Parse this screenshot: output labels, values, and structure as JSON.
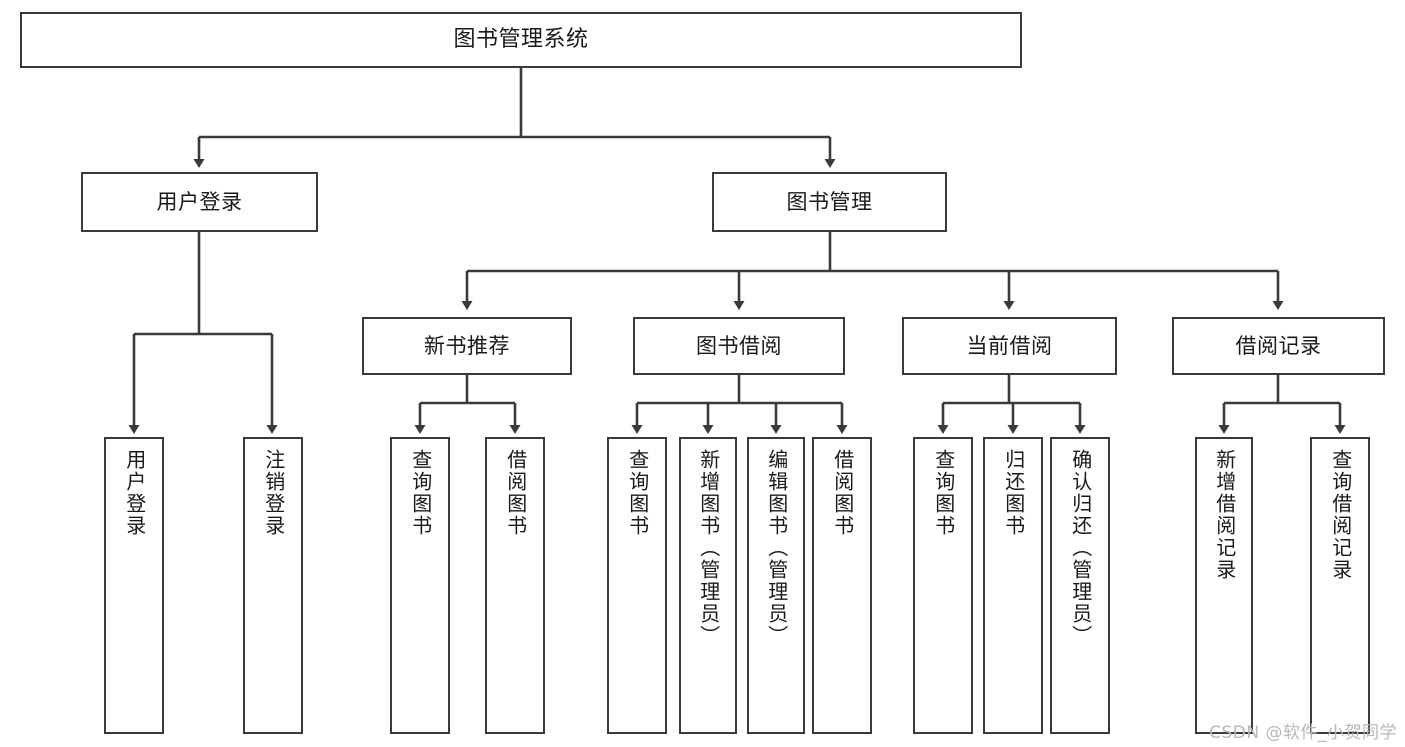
{
  "diagram": {
    "title": "图书管理系统",
    "type": "tree-hierarchy",
    "root": {
      "id": "root",
      "label": "图书管理系统"
    },
    "level1": [
      {
        "id": "user-login",
        "label": "用户登录"
      },
      {
        "id": "book-manage",
        "label": "图书管理"
      }
    ],
    "level2": [
      {
        "id": "new-book-rec",
        "label": "新书推荐",
        "parent": "book-manage"
      },
      {
        "id": "book-borrow",
        "label": "图书借阅",
        "parent": "book-manage"
      },
      {
        "id": "current-borrow",
        "label": "当前借阅",
        "parent": "book-manage"
      },
      {
        "id": "borrow-record",
        "label": "借阅记录",
        "parent": "book-manage"
      }
    ],
    "leaves": [
      {
        "id": "leaf-user-login",
        "label": "用户登录",
        "parent": "user-login"
      },
      {
        "id": "leaf-user-logout",
        "label": "注销登录",
        "parent": "user-login"
      },
      {
        "id": "leaf-query-book-1",
        "label": "查询图书",
        "parent": "new-book-rec"
      },
      {
        "id": "leaf-borrow-book-1",
        "label": "借阅图书",
        "parent": "new-book-rec"
      },
      {
        "id": "leaf-query-book-2",
        "label": "查询图书",
        "parent": "book-borrow"
      },
      {
        "id": "leaf-add-book",
        "label": "新增图书（管理员）",
        "parent": "book-borrow"
      },
      {
        "id": "leaf-edit-book",
        "label": "编辑图书（管理员）",
        "parent": "book-borrow"
      },
      {
        "id": "leaf-borrow-book-2",
        "label": "借阅图书",
        "parent": "book-borrow"
      },
      {
        "id": "leaf-query-book-3",
        "label": "查询图书",
        "parent": "current-borrow"
      },
      {
        "id": "leaf-return-book",
        "label": "归还图书",
        "parent": "current-borrow"
      },
      {
        "id": "leaf-confirm-return",
        "label": "确认归还（管理员）",
        "parent": "current-borrow"
      },
      {
        "id": "leaf-add-record",
        "label": "新增借阅记录",
        "parent": "borrow-record"
      },
      {
        "id": "leaf-query-record",
        "label": "查询借阅记录",
        "parent": "borrow-record"
      }
    ],
    "watermark": "CSDN @软件_小贺同学",
    "colors": {
      "stroke": "#3a3a3a",
      "text": "#1a1a1a",
      "background": "#ffffff",
      "watermark": "#b8b8b8"
    }
  }
}
